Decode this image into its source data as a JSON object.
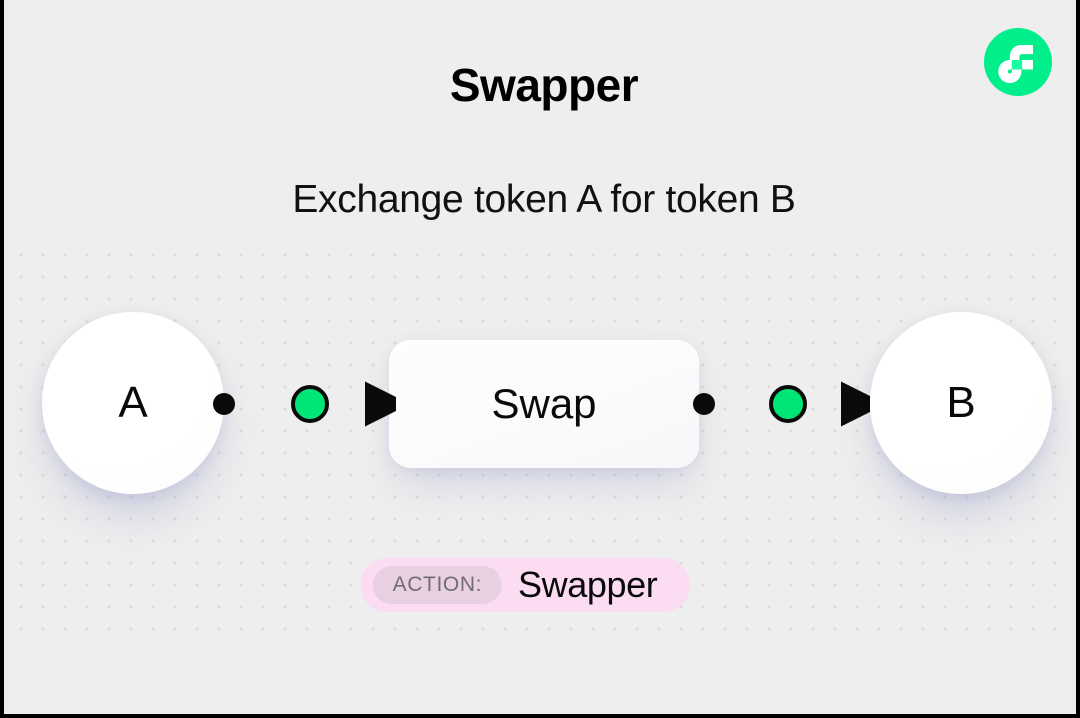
{
  "header": {
    "title": "Swapper",
    "subtitle": "Exchange token A for token B",
    "logo_icon": "flow-logo-icon"
  },
  "theme": {
    "background": "#eeeeee",
    "accent_green": "#00e676",
    "logo_green": "#00ef8b",
    "node_white": "#ffffff",
    "dot_grid": "#dcdcdc",
    "badge_bg": "#fbdcf2",
    "badge_key_bg": "#e9cfe2",
    "badge_key_text": "#6f6f6f",
    "text_black": "#0a0a0a",
    "border_black": "#000000",
    "shadow_tint": "#d8daec"
  },
  "diagram": {
    "nodes": [
      {
        "id": "a",
        "label": "A",
        "shape": "circle"
      },
      {
        "id": "swap",
        "label": "Swap",
        "shape": "rounded-rect"
      },
      {
        "id": "b",
        "label": "B",
        "shape": "circle"
      }
    ],
    "edges": [
      {
        "id": "left",
        "from": "a",
        "to": "swap",
        "marker": "arrow",
        "handle": "green-dot"
      },
      {
        "id": "right",
        "from": "swap",
        "to": "b",
        "marker": "arrow",
        "handle": "green-dot"
      }
    ]
  },
  "action": {
    "key_label": "ACTION:",
    "value_label": "Swapper"
  }
}
